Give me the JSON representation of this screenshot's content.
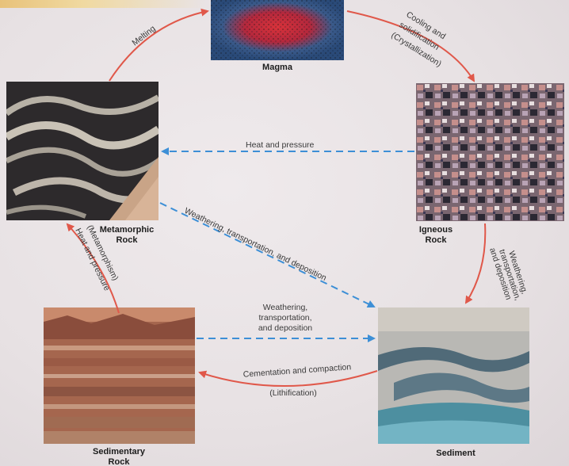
{
  "nodes": {
    "magma": "Magma",
    "igneous": "Igneous\nRock",
    "sediment": "Sediment",
    "sedimentary": "Sedimentary\nRock",
    "metamorphic": "Metamorphic\nRock"
  },
  "processes": {
    "melting": "Melting",
    "cooling_1": "Cooling and",
    "cooling_2": "solidification",
    "cooling_3": "(Crystallization)",
    "heat_pressure_h": "Heat and pressure",
    "weather_diag": "Weathering, transportation, and deposition",
    "weather_right_1": "Weathering,",
    "weather_right_2": "transportation,",
    "weather_right_3": "and deposition",
    "weather_mid_1": "Weathering,",
    "weather_mid_2": "transportation,",
    "weather_mid_3": "and deposition",
    "cementation": "Cementation and compaction",
    "lithification": "(Lithification)",
    "heat_pressure_v": "Heat and pressure",
    "metamorphism": "(Metamorphism)"
  },
  "colors": {
    "solid_arrow": "#e0584a",
    "dashed_arrow": "#3d8fd6"
  }
}
